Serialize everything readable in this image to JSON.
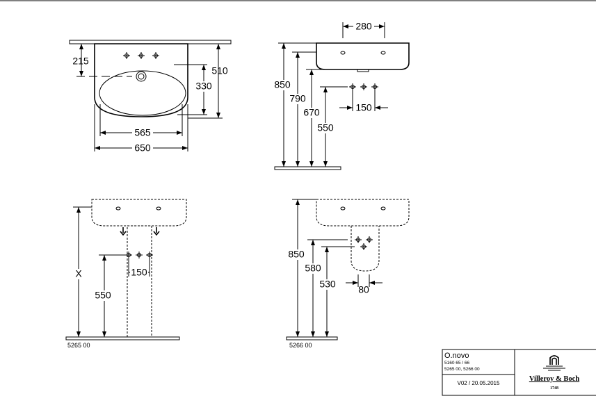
{
  "top_view": {
    "d215": "215",
    "d510": "510",
    "d330": "330",
    "d565": "565",
    "d650": "650"
  },
  "side_view": {
    "d280": "280",
    "d850": "850",
    "d790": "790",
    "d670": "670",
    "d550": "550",
    "d150": "150"
  },
  "pedestal_view": {
    "dX": "X",
    "d550": "550",
    "d150": "150",
    "code": "5265 00"
  },
  "semi_pedestal_view": {
    "d850": "850",
    "d580": "580",
    "d530": "530",
    "d80": "80",
    "code": "5266 00"
  },
  "title_block": {
    "product": "O.novo",
    "codes1": "5160 65 / 66",
    "codes2": "5265 00, 5266 00",
    "version": "V02 / 20.05.2015",
    "brand": "Villeroy & Boch",
    "year": "1748"
  }
}
